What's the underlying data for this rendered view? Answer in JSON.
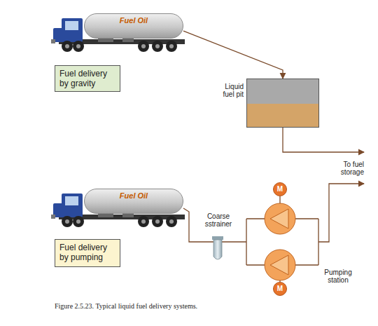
{
  "diagram": {
    "caption": "Figure 2.5.23. Typical liquid fuel delivery systems.",
    "nodes": [
      {
        "text": [
          "Fuel Oil"
        ]
      },
      {
        "text": [
          "Fuel delivery by gravity"
        ]
      },
      {
        "text": [
          "Liquid fuel pit"
        ]
      },
      {
        "text": [
          "M"
        ]
      },
      {
        "text": [
          "Fuel Oil"
        ]
      },
      {
        "text": [
          "Fuel delivery by pumping"
        ]
      },
      {
        "text": [
          "M"
        ]
      }
    ],
    "edges": [
      {
        "from": 0,
        "to": 2,
        "arrow": "to"
      }
    ],
    "labels": [
      "To fuel storage",
      "Coarse sstrainer",
      "Pumping station"
    ]
  }
}
